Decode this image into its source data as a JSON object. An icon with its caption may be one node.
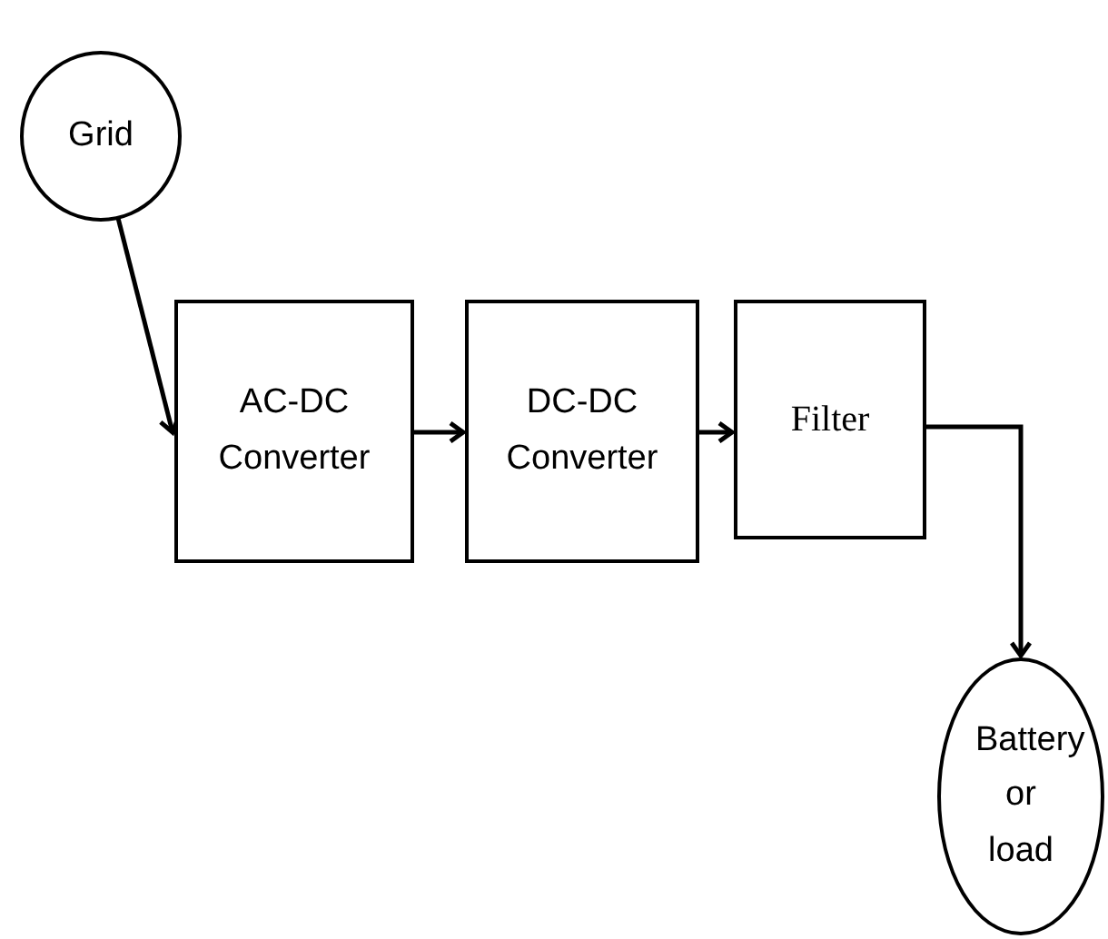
{
  "diagram": {
    "nodes": [
      {
        "text": [
          "Grid"
        ]
      },
      {
        "text": [
          "AC-DC Converter"
        ]
      },
      {
        "text": [
          "DC-DC Converter"
        ]
      },
      {
        "text": [
          "Filter"
        ]
      },
      {
        "text": [
          "Battery or load"
        ]
      }
    ],
    "edges": [
      {
        "from": 0,
        "to": 1,
        "arrow": "to"
      },
      {
        "from": 1,
        "to": 2,
        "arrow": "to"
      },
      {
        "from": 2,
        "to": 3,
        "arrow": "to"
      },
      {
        "from": 3,
        "to": 4,
        "arrow": "to"
      }
    ]
  }
}
